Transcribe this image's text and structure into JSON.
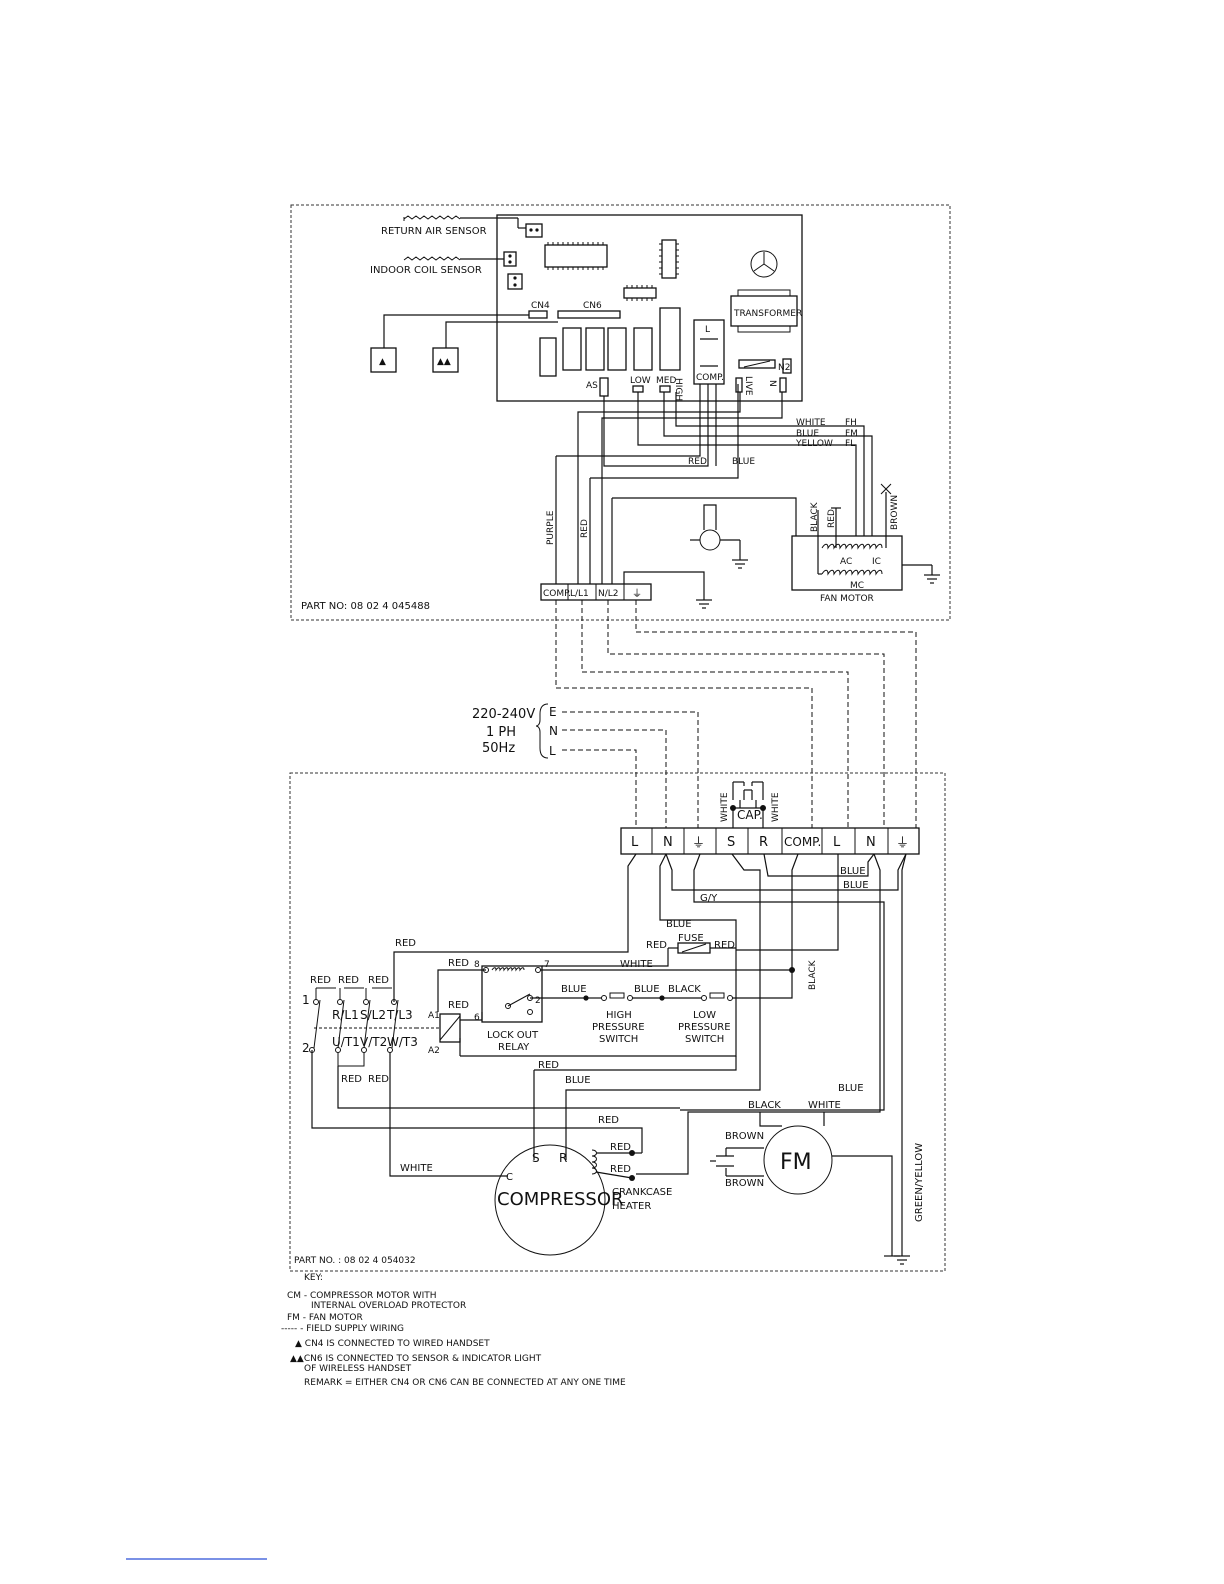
{
  "indoor": {
    "return_air_sensor": "RETURN AIR SENSOR",
    "indoor_coil_sensor": "INDOOR COIL SENSOR",
    "cn4": "CN4",
    "cn6": "CN6",
    "transformer": "TRANSFORMER",
    "relay_l": "L",
    "relay_comp": "COMP.",
    "n2": "N2",
    "as": "AS",
    "low": "LOW",
    "med": "MED",
    "high": "HIGH",
    "live": "LIVE",
    "n": "N",
    "marker_single": "▲",
    "marker_double": "▲▲",
    "wire_white": "WHITE",
    "wire_blue": "BLUE",
    "wire_yellow": "YELLOW",
    "fh": "FH",
    "fm": "FM",
    "fl": "FL",
    "red": "RED",
    "blue": "BLUE",
    "purple": "PURPLE",
    "red_v": "RED",
    "black": "BLACK",
    "red_motor": "RED",
    "brown": "BROWN",
    "ac": "AC",
    "ic": "IC",
    "mc": "MC",
    "fan_motor": "FAN MOTOR",
    "terminals": [
      "COMP.",
      "L/L1",
      "N/L2",
      "⏚"
    ],
    "part_no": "PART NO: 08 02 4 045488"
  },
  "supply": {
    "voltage": "220-240V",
    "phase": "1 PH",
    "freq": "50Hz",
    "e": "E",
    "n": "N",
    "l": "L"
  },
  "outdoor": {
    "white_left": "WHITE",
    "white_right": "WHITE",
    "cap": "CAP.",
    "terminals": [
      "L",
      "N",
      "⏚",
      "S",
      "R",
      "COMP.",
      "L",
      "N",
      "⏚"
    ],
    "blue1": "BLUE",
    "blue2": "BLUE",
    "gy": "G/Y",
    "blue3": "BLUE",
    "red_fuse_left": "RED",
    "fuse": "FUSE",
    "red_fuse_right": "RED",
    "red_top": "RED",
    "red8": "RED",
    "num8": "8",
    "num7": "7",
    "white_relay": "WHITE",
    "red_l1": "RED",
    "red_l2": "RED",
    "red_l3": "RED",
    "blue_hp": "BLUE",
    "blue_hp2": "BLUE",
    "black_lp": "BLACK",
    "black_v": "BLACK",
    "contactor_top": [
      "R/L1",
      "S/L2",
      "T/L3"
    ],
    "contactor_bottom": [
      "U/T1",
      "V/T2",
      "W/T3"
    ],
    "num1": "1",
    "num2": "2",
    "a1": "A1",
    "a2": "A2",
    "red_a1": "RED",
    "num6": "6",
    "num2b": "2",
    "lockout": "LOCK OUT",
    "relay": "RELAY",
    "high": "HIGH",
    "pressure1": "PRESSURE",
    "switch1": "SWITCH",
    "low": "LOW",
    "pressure2": "PRESSURE",
    "switch2": "SWITCH",
    "red_b1": "RED",
    "red_b2": "RED",
    "red_s": "RED",
    "blue_s": "BLUE",
    "blue_fm": "BLUE",
    "black_fm": "BLACK",
    "white_fm": "WHITE",
    "red_ch": "RED",
    "red_ch1": "RED",
    "red_ch2": "RED",
    "brown1": "BROWN",
    "brown2": "BROWN",
    "fm": "FM",
    "white_c": "WHITE",
    "comp_s": "S",
    "comp_r": "R",
    "comp_c": "C",
    "compressor": "COMPRESSOR",
    "crankcase1": "CRANKCASE",
    "crankcase2": "HEATER",
    "green_yellow": "GREEN/YELLOW",
    "part_no": "PART NO. : 08  02  4    054032"
  },
  "key": {
    "title": "KEY:",
    "cm1": "CM  -  COMPRESSOR MOTOR WITH",
    "cm2": "INTERNAL OVERLOAD PROTECTOR",
    "fm": "FM  -  FAN MOTOR",
    "field": "-----  -  FIELD SUPPLY WIRING",
    "cn4": "▲  CN4  IS  CONNECTED  TO  WIRED HANDSET",
    "cn6a": "▲▲CN6  IS  CONNECTED  TO  SENSOR  &  INDICATOR LIGHT",
    "cn6b": "OF WIRELESS HANDSET",
    "remark": "REMARK  =  EITHER  CN4  OR  CN6  CAN  BE  CONNECTED  AT  ANY  ONE  TIME"
  }
}
